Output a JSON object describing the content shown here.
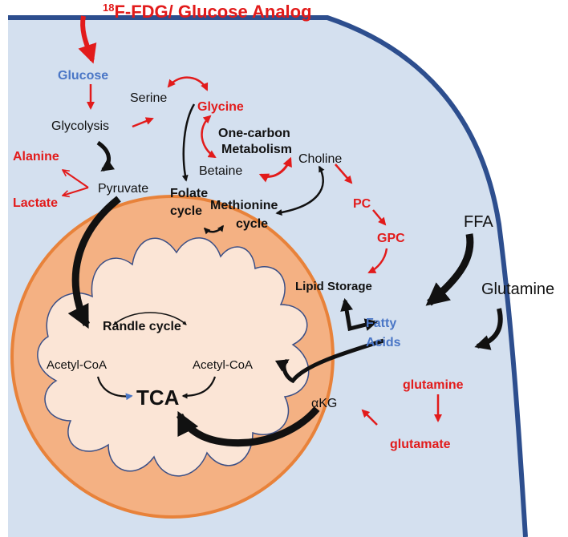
{
  "colors": {
    "cell_fill": "#d4e0ef",
    "membrane": "#2d4e8e",
    "mito_outer": "#f4b183",
    "mito_outer_stroke": "#e8823a",
    "mito_inner": "#fbe5d6",
    "mito_inner_stroke": "#3b4f86",
    "red": "#e21b1b",
    "blue": "#4a76c6",
    "black": "#111111"
  },
  "labels": {
    "tracer_prefix": "18",
    "tracer": "F-FDG/ Glucose Analog",
    "glucose": "Glucose",
    "glycolysis": "Glycolysis",
    "alanine": "Alanine",
    "lactate": "Lactate",
    "pyruvate": "Pyruvate",
    "serine": "Serine",
    "glycine": "Glycine",
    "one_carbon_1": "One-carbon",
    "one_carbon_2": "Metabolism",
    "betaine": "Betaine",
    "choline": "Choline",
    "folate_1": "Folate",
    "folate_2": "cycle",
    "methionine_1": "Methionine",
    "methionine_2": "cycle",
    "pc": "PC",
    "gpc": "GPC",
    "ffa": "FFA",
    "glutamine_ext": "Glutamine",
    "lipid_storage": "Lipid Storage",
    "fatty_1": "Fatty",
    "fatty_2": "Acids",
    "glutamine_int": "glutamine",
    "glutamate": "glutamate",
    "akg_prefix": "α",
    "akg": "KG",
    "randle": "Randle cycle",
    "acetyl_left": "Acetyl-CoA",
    "acetyl_right": "Acetyl-CoA",
    "tca": "TCA"
  }
}
